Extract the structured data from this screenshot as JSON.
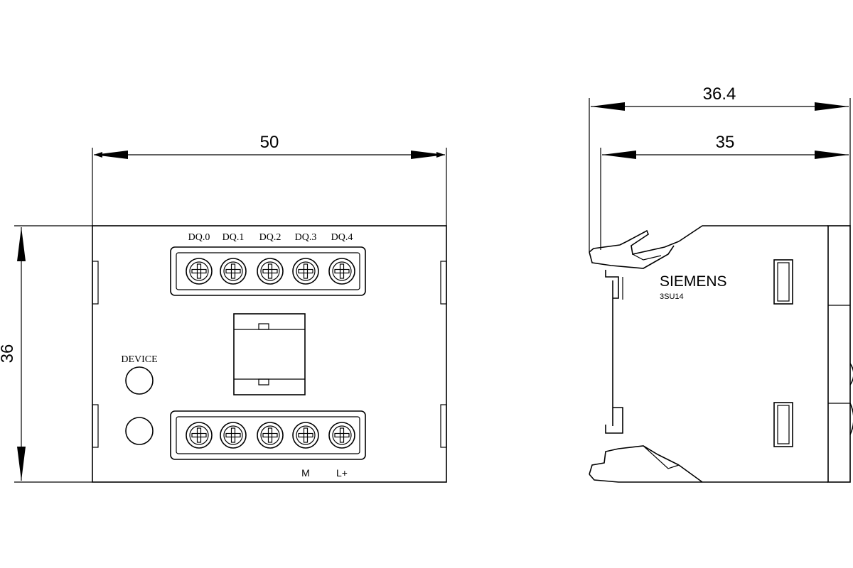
{
  "front_view": {
    "dim_width": "50",
    "dim_height": "36",
    "top_terminal_labels": [
      "DQ.0",
      "DQ.1",
      "DQ.2",
      "DQ.3",
      "DQ.4"
    ],
    "device_led_label": "DEVICE",
    "bottom_terminal_labels": [
      "M",
      "L+"
    ]
  },
  "side_view": {
    "dim_outer_width": "36.4",
    "dim_inner_width": "35",
    "brand": "SIEMENS",
    "model": "3SU14"
  },
  "colors": {
    "line": "#000000",
    "background": "#ffffff"
  }
}
